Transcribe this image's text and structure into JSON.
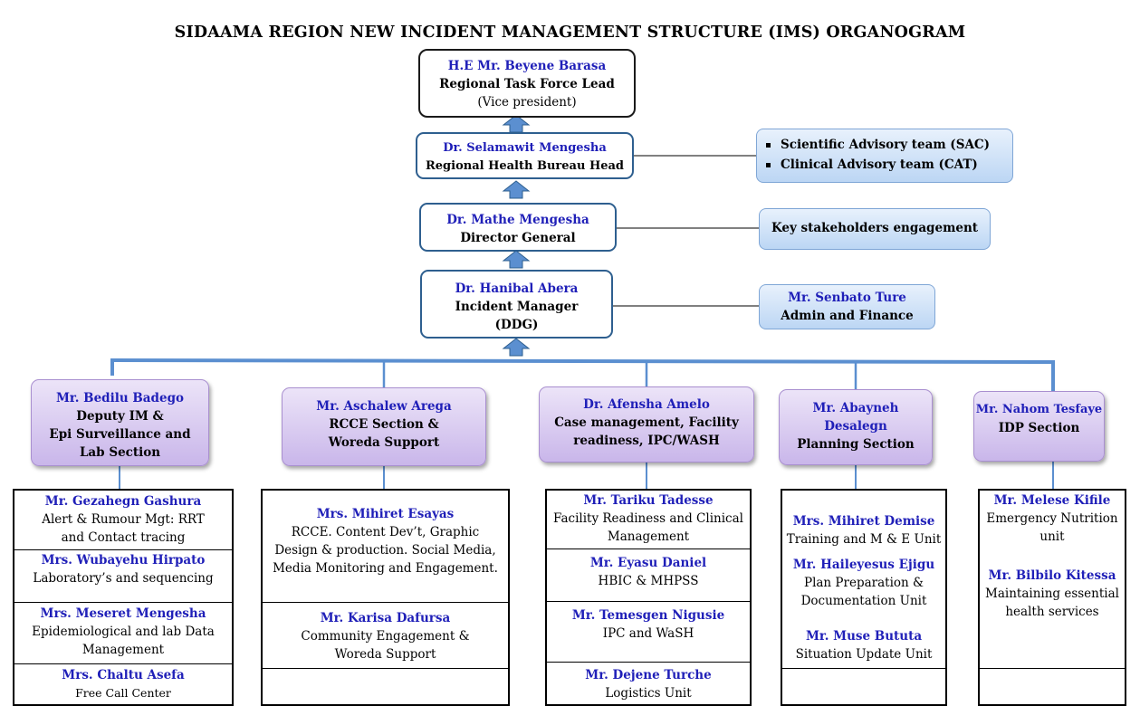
{
  "title": "SIDAAMA REGION NEW INCIDENT MANAGEMENT STRUCTURE (IMS) ORGANOGRAM",
  "top": {
    "name": "H.E Mr. Beyene Barasa",
    "role": "Regional Task Force Lead",
    "note": "(Vice president)"
  },
  "health_head": {
    "name": "Dr. Selamawit Mengesha",
    "role": "Regional Health Bureau Head"
  },
  "director": {
    "name": "Dr. Mathe Mengesha",
    "role": "Director General"
  },
  "incident_manager": {
    "name": "Dr. Hanibal Abera",
    "role": "Incident Manager",
    "note": "(DDG)"
  },
  "advisory": {
    "items": [
      "Scientific Advisory team (SAC)",
      "Clinical Advisory team (CAT)"
    ]
  },
  "stakeholders": {
    "label": "Key stakeholders engagement"
  },
  "admin": {
    "name": "Mr. Senbato Ture",
    "role": "Admin and Finance"
  },
  "sections": [
    {
      "name": "Mr. Bedilu Badego",
      "lines": [
        "Deputy IM &",
        "Epi Surveillance and",
        "Lab Section"
      ]
    },
    {
      "name": "Mr. Aschalew Arega",
      "lines": [
        "RCCE Section &",
        "Woreda Support"
      ]
    },
    {
      "name": "Dr. Afensha Amelo",
      "lines": [
        "Case management, Facility",
        "readiness, IPC/WASH"
      ]
    },
    {
      "name": "Mr. Abayneh Desalegn",
      "lines": [
        "Planning Section"
      ]
    },
    {
      "name": "Mr. Nahom Tesfaye",
      "lines": [
        "IDP Section"
      ]
    }
  ],
  "units": [
    [
      {
        "name": "Mr. Gezahegn Gashura",
        "lines": [
          "Alert & Rumour Mgt: RRT",
          "and Contact tracing"
        ]
      },
      {
        "name": "Mrs. Wubayehu Hirpato",
        "lines": [
          "Laboratory’s  and sequencing"
        ]
      },
      {
        "name": "Mrs. Meseret Mengesha",
        "lines": [
          "Epidemiological and lab Data",
          "Management"
        ]
      },
      {
        "name": "Mrs. Chaltu Asefa",
        "lines": [
          "Free Call Center"
        ]
      }
    ],
    [
      {
        "name": "Mrs. Mihiret Esayas",
        "lines": [
          "RCCE. Content Dev’t, Graphic",
          "Design & production. Social Media,",
          "Media Monitoring and Engagement."
        ]
      },
      {
        "name": "Mr. Karisa Dafursa",
        "lines": [
          "Community Engagement &",
          "Woreda Support"
        ]
      }
    ],
    [
      {
        "name": "Mr. Tariku  Tadesse",
        "lines": [
          "Facility Readiness and Clinical",
          "Management"
        ]
      },
      {
        "name": "Mr.  Eyasu Daniel",
        "lines": [
          "HBIC & MHPSS"
        ]
      },
      {
        "name": "Mr. Temesgen Nigusie",
        "lines": [
          "IPC and WaSH"
        ]
      },
      {
        "name": "Mr. Dejene Turche",
        "lines": [
          "Logistics Unit"
        ]
      }
    ],
    [
      {
        "name": "Mrs. Mihiret Demise",
        "lines": [
          "Training and M & E Unit"
        ]
      },
      {
        "name": "Mr. Haileyesus Ejigu",
        "lines": [
          "Plan Preparation &",
          "Documentation  Unit"
        ]
      },
      {
        "name": "Mr. Muse Bututa",
        "lines": [
          "Situation Update Unit"
        ]
      }
    ],
    [
      {
        "name": "Mr. Melese Kifile",
        "lines": [
          "Emergency Nutrition",
          "unit"
        ]
      },
      {
        "name": "Mr.  Bilbilo Kitessa",
        "lines": [
          "Maintaining essential",
          "health services"
        ]
      }
    ]
  ]
}
